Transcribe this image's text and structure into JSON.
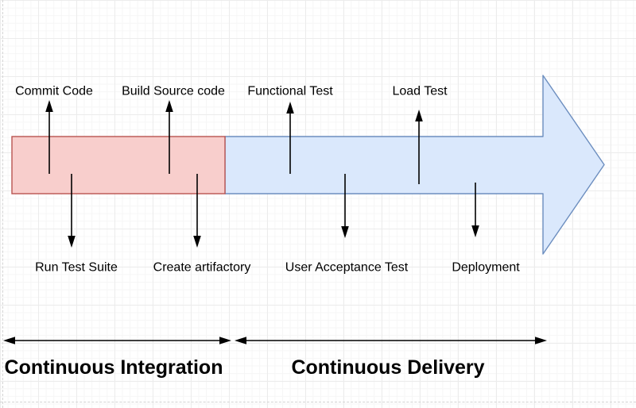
{
  "diagram_title": "CI/CD pipeline flow diagram",
  "colors": {
    "ci_fill": "#f8cecc",
    "ci_stroke": "#b85450",
    "cd_fill": "#dae8fc",
    "cd_stroke": "#6c8ebf",
    "connector": "#000000"
  },
  "steps": {
    "commit_code": "Commit Code",
    "build_source_code": "Build Source code",
    "functional_test": "Functional Test",
    "load_test": "Load Test",
    "run_test_suite": "Run Test Suite",
    "create_artifactory": "Create artifactory",
    "user_acceptance_test": "User Acceptance Test",
    "deployment": "Deployment"
  },
  "sections": {
    "ci_label": "Continuous Integration",
    "cd_label": "Continuous Delivery"
  }
}
